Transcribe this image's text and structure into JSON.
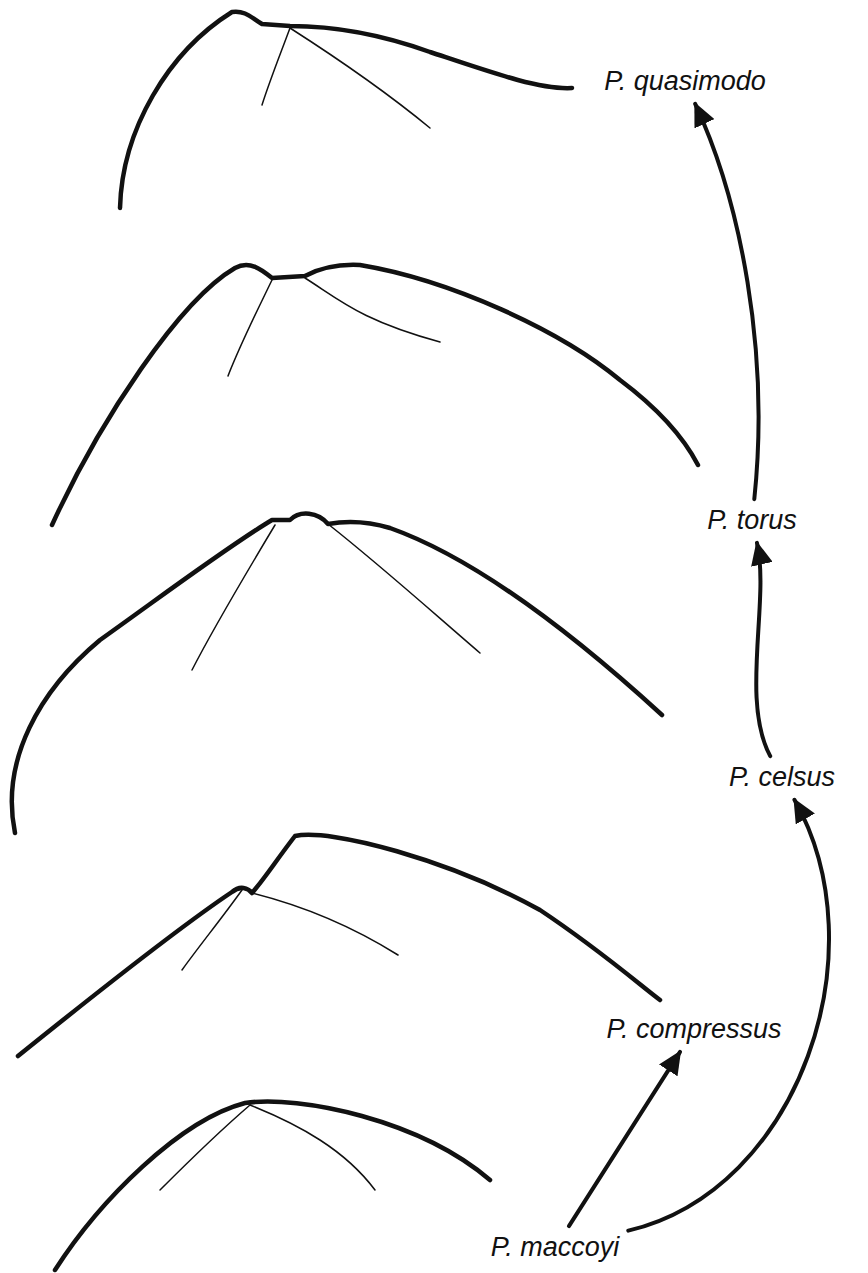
{
  "diagram": {
    "nodes": [
      {
        "text": [
          "P. quasimodo"
        ]
      },
      {
        "text": [
          "P. torus"
        ]
      },
      {
        "text": [
          "P. celsus"
        ]
      },
      {
        "text": [
          "P. compressus"
        ]
      },
      {
        "text": [
          "P. maccoyi"
        ]
      }
    ],
    "edges": [
      {
        "from": 4,
        "to": 3,
        "arrow": "to"
      },
      {
        "from": 4,
        "to": 2,
        "arrow": "to"
      },
      {
        "from": 2,
        "to": 1,
        "arrow": "to"
      },
      {
        "from": 1,
        "to": 0,
        "arrow": "to"
      }
    ]
  }
}
